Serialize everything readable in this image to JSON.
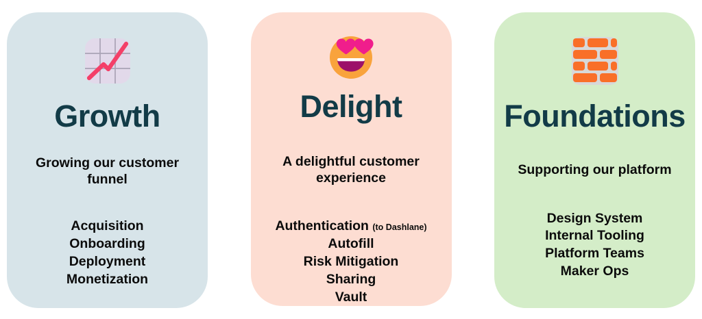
{
  "page": {
    "background_color": "#FFFFFF",
    "title_color": "#123B47",
    "body_text_color": "#0B0B0B"
  },
  "cards": [
    {
      "id": "growth",
      "title": "Growth",
      "subtitle": "Growing our customer funnel",
      "background_color": "#D7E4E9",
      "icon": {
        "name": "chart-increasing-icon",
        "tile_color": "#E2D9EA",
        "grid_color": "#A9A3B5",
        "line_color": "#F43F68"
      },
      "items": [
        {
          "label": "Acquisition",
          "note": ""
        },
        {
          "label": "Onboarding",
          "note": ""
        },
        {
          "label": "Deployment",
          "note": ""
        },
        {
          "label": "Monetization",
          "note": ""
        }
      ]
    },
    {
      "id": "delight",
      "title": "Delight",
      "subtitle": "A delightful customer experience",
      "background_color": "#FDDDD2",
      "icon": {
        "name": "smiling-face-with-heart-eyes-icon",
        "face_color": "#F9A33C",
        "heart_color": "#F01E8C",
        "mouth_color": "#9C1069",
        "teeth_color": "#FFFFFF"
      },
      "items": [
        {
          "label": "Authentication",
          "note": "(to Dashlane)"
        },
        {
          "label": "Autofill",
          "note": ""
        },
        {
          "label": "Risk Mitigation",
          "note": ""
        },
        {
          "label": "Sharing",
          "note": ""
        },
        {
          "label": "Vault",
          "note": ""
        }
      ]
    },
    {
      "id": "foundations",
      "title": "Foundations",
      "subtitle": "Supporting our platform",
      "background_color": "#D4EDC8",
      "icon": {
        "name": "brick-wall-icon",
        "brick_color": "#F96F28",
        "mortar_color": "#D8D8D8"
      },
      "items": [
        {
          "label": "Design System",
          "note": ""
        },
        {
          "label": "Internal Tooling",
          "note": ""
        },
        {
          "label": "Platform Teams",
          "note": ""
        },
        {
          "label": "Maker Ops",
          "note": ""
        }
      ]
    }
  ]
}
